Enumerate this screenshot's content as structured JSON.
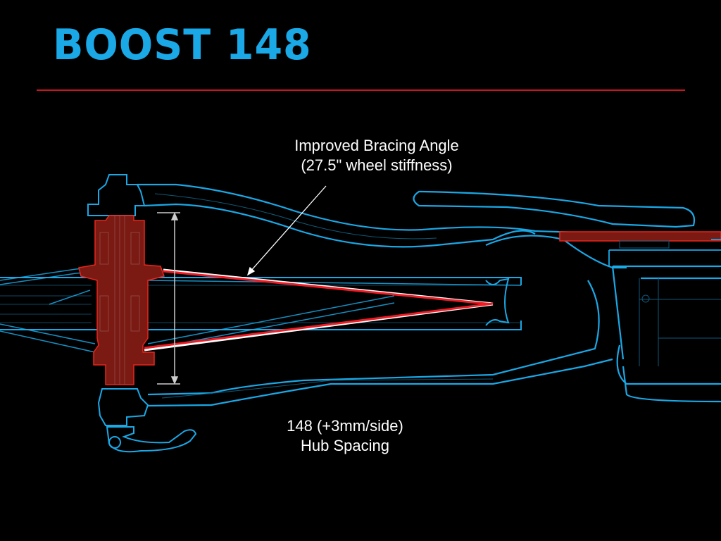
{
  "title": "BOOST 148",
  "colors": {
    "accent_blue": "#1aa8e6",
    "line_blue": "#0f4e6b",
    "hub_red": "#7a1a12",
    "hub_outline": "#e8261e",
    "rule_red": "#c8161d",
    "text": "#ffffff"
  },
  "annotations": {
    "bracing": {
      "line1": "Improved Bracing Angle",
      "line2": "(27.5\" wheel stiffness)"
    },
    "spacing": {
      "line1": "148 (+3mm/side)",
      "line2": "Hub Spacing"
    }
  },
  "icons": {
    "hub": "rear-hub-cross-section",
    "frame": "rear-triangle-outline",
    "dimension": "vertical-dimension-arrow",
    "pointer": "annotation-arrow"
  }
}
